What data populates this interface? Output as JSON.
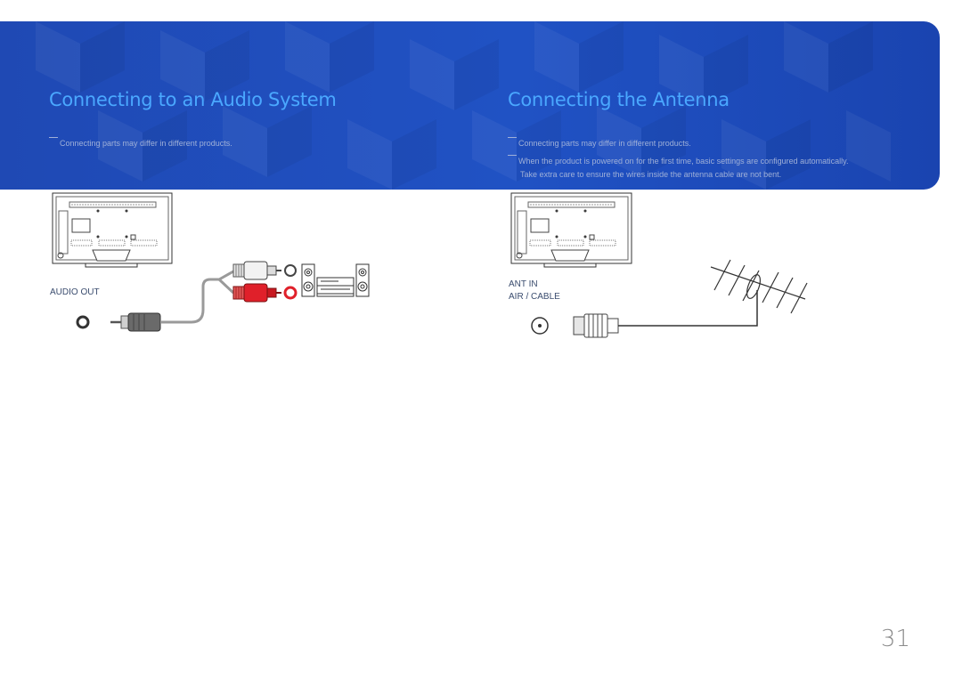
{
  "left": {
    "title": "Connecting to an Audio System",
    "note": "Connecting parts may differ in different products.",
    "port_label": "AUDIO OUT"
  },
  "right": {
    "title": "Connecting the Antenna",
    "notes": [
      "Connecting parts may differ in different products.",
      "When the product is powered on for the first time, basic settings are configured automatically.",
      "Take extra care to ensure the wires inside the antenna cable are not bent."
    ],
    "port_label_line1": "ANT IN",
    "port_label_line2": "AIR / CABLE"
  },
  "page_number": "31",
  "colors": {
    "banner": "#2052c4",
    "title": "#4aa8ff",
    "cable_red": "#e0202a"
  }
}
